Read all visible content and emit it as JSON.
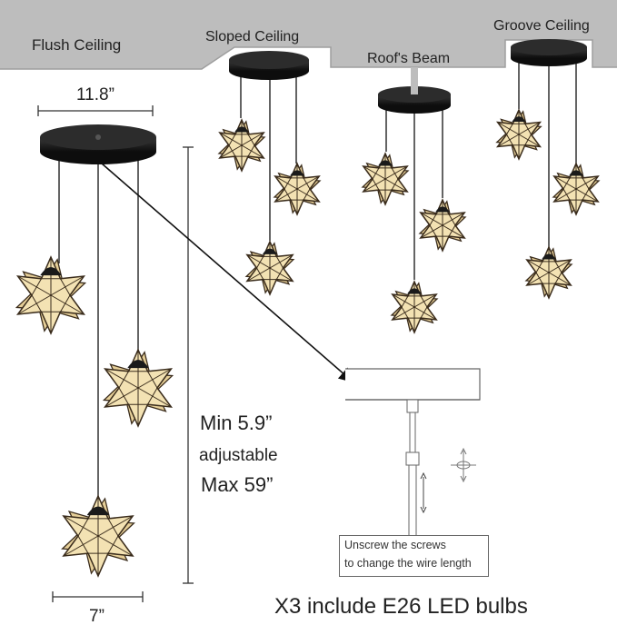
{
  "ceiling_types": {
    "flush": "Flush Ceiling",
    "sloped": "Sloped Ceiling",
    "beam": "Roof's Beam",
    "groove": "Groove Ceiling"
  },
  "dimensions": {
    "canopy_width": "11.8”",
    "shade_width": "7”",
    "min_height": "Min 5.9”",
    "adjustable": "adjustable",
    "max_height": "Max 59”"
  },
  "instruction": {
    "line1": "Unscrew the screws",
    "line2": "to change the wire length"
  },
  "footer": "X3 include E26 LED bulbs",
  "colors": {
    "ceiling_gray": "#bdbdbd",
    "canopy_black": "#1b1b1b",
    "glass_cream": "#f3e2b3",
    "frame_dark": "#3a2c1c"
  }
}
